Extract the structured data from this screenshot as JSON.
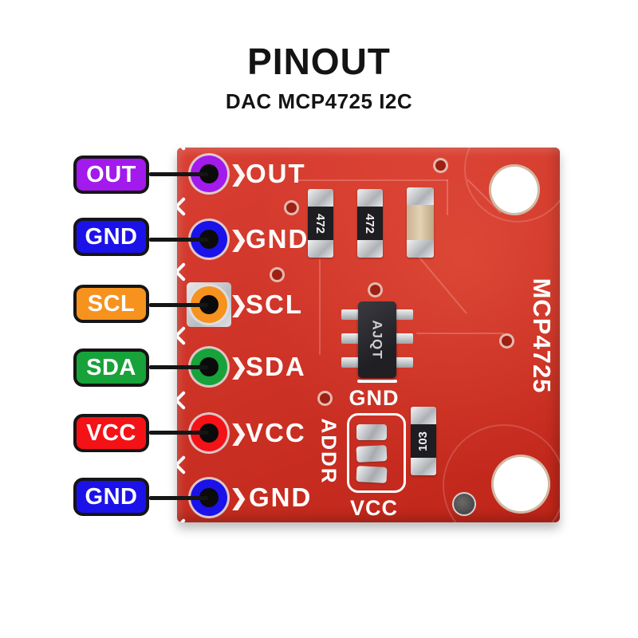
{
  "header": {
    "title": "PINOUT",
    "subtitle": "DAC MCP4725 I2C"
  },
  "pins": [
    {
      "label": "OUT",
      "color": "#A21AEC"
    },
    {
      "label": "GND",
      "color": "#1B12E9"
    },
    {
      "label": "SCL",
      "color": "#F6921E"
    },
    {
      "label": "SDA",
      "color": "#17A23A"
    },
    {
      "label": "VCC",
      "color": "#F41217"
    },
    {
      "label": "GND",
      "color": "#1B12E9"
    }
  ],
  "board": {
    "color": "#D5291B",
    "silkscreen": [
      "OUT",
      "GND",
      "SCL",
      "SDA",
      "VCC",
      "GND"
    ],
    "part_number": "MCP4725",
    "ic_marking": "AJQT",
    "resistors": {
      "r1": "472",
      "r2": "472",
      "r3": "103"
    },
    "jumper": {
      "top": "GND",
      "label": "ADDR",
      "bottom": "VCC"
    }
  }
}
